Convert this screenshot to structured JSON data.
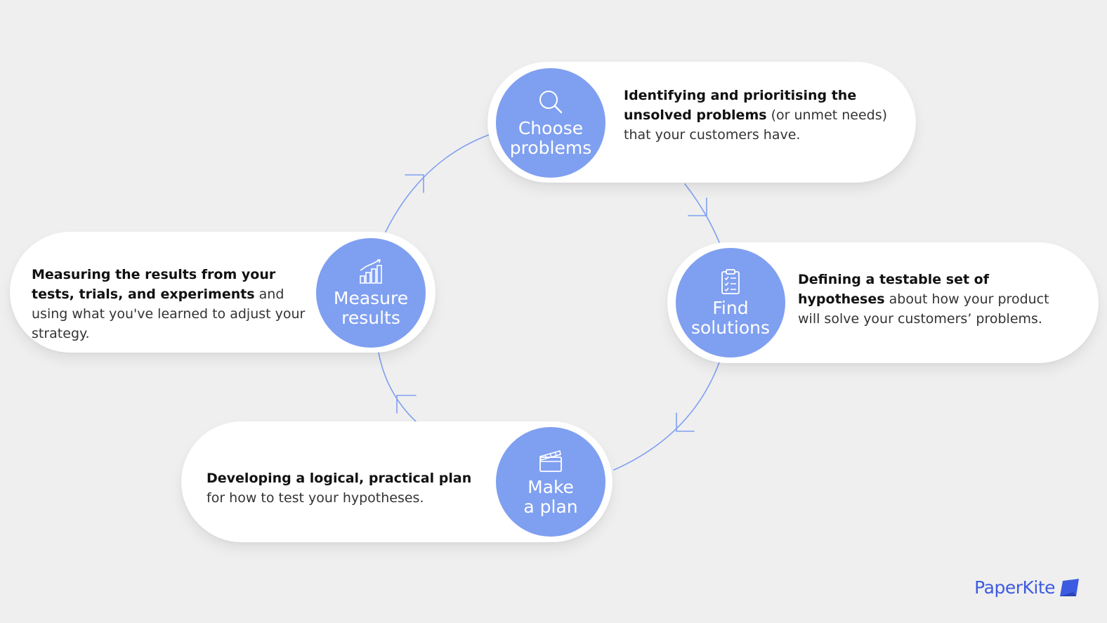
{
  "steps": [
    {
      "label": "Choose\nproblems",
      "icon": "magnifier-icon",
      "bold": "Identifying and prioritising the unsolved problems",
      "text": " (or unmet needs) that your customers have."
    },
    {
      "label": "Find\nsolutions",
      "icon": "clipboard-checklist-icon",
      "bold": "Defining a testable set of hypotheses",
      "text": " about how your product will solve your customers’ problems."
    },
    {
      "label": "Make\na plan",
      "icon": "clapperboard-icon",
      "bold": "Developing a logical, practical plan",
      "text": " for how to test your hypotheses."
    },
    {
      "label": "Measure\nresults",
      "icon": "bar-chart-growth-icon",
      "bold": "Measuring the results from your tests, trials, and experiments",
      "text": " and using what you've learned to adjust your strategy."
    }
  ],
  "brand": {
    "name": "PaperKite",
    "icon": "paper-kite-icon"
  },
  "colors": {
    "accent": "#7f9ff0",
    "line": "#7f9ff0",
    "brand": "#3d5be0",
    "background": "#efefef"
  }
}
